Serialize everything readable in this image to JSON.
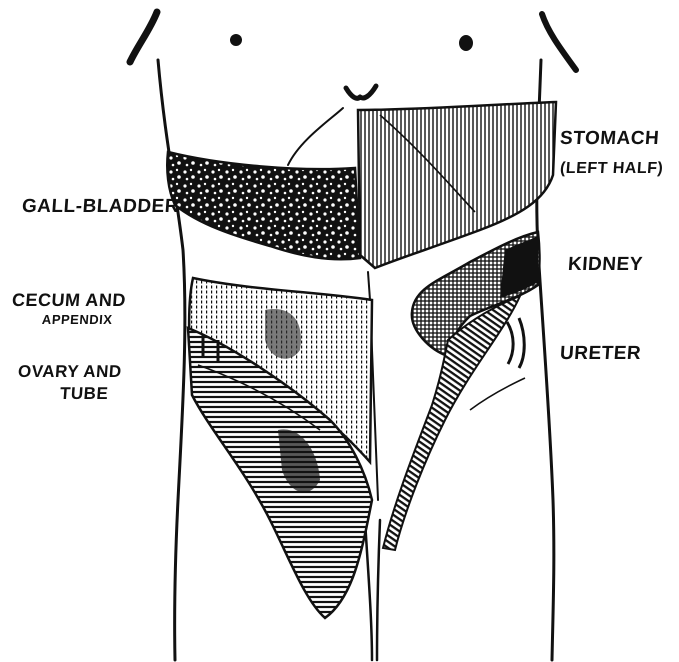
{
  "labels": {
    "gall_bladder": "GALL-BLADDER",
    "stomach_line1": "STOMACH",
    "stomach_line2": "(LEFT HALF)",
    "kidney": "KIDNEY",
    "cecum_line1": "CECUM AND",
    "cecum_line2": "APPENDIX",
    "ureter": "URETER",
    "ovary_line1": "OVARY AND",
    "ovary_line2": "TUBE"
  },
  "colors": {
    "ink": "#111111",
    "paper": "#ffffff"
  }
}
